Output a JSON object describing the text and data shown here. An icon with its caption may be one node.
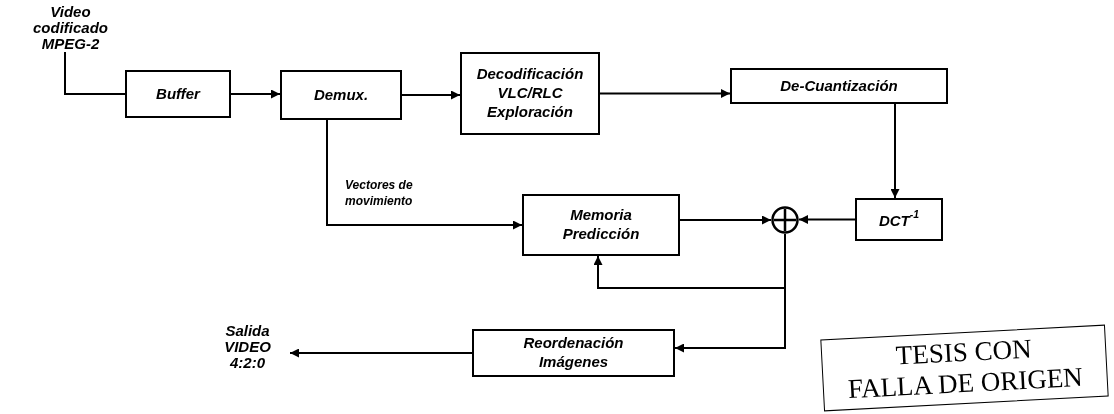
{
  "diagram": {
    "nodes": [
      {
        "text": [
          "Video codificado MPEG-2"
        ]
      },
      {
        "text": [
          "Buffer"
        ]
      },
      {
        "text": [
          "Demux."
        ]
      },
      {
        "text": [
          "Decodificación VLC/RLC Exploración"
        ]
      },
      {
        "text": [
          "De-Cuantización"
        ]
      },
      {
        "text": [
          "DCT$^{-1}$"
        ]
      },
      {
        "text": [],
        "shape": "circle"
      },
      {
        "text": [
          "Memoria Predicción"
        ]
      },
      {
        "text": [
          "Reordenación Imágenes"
        ]
      },
      {
        "text": [
          "Salida VIDEO 4:2:0"
        ]
      },
      {
        "text": [
          "TESIS CON",
          "FALLA DE ORIGEN"
        ]
      }
    ],
    "edges": [
      {
        "from": 0,
        "to": 1,
        "arrow": "none"
      },
      {
        "from": 1,
        "to": 2,
        "arrow": "to"
      },
      {
        "from": 2,
        "to": 3,
        "arrow": "to"
      },
      {
        "from": 3,
        "to": 4,
        "arrow": "to"
      },
      {
        "from": 4,
        "to": 5,
        "arrow": "to"
      },
      {
        "from": 5,
        "to": 6,
        "arrow": "to"
      },
      {
        "from": 7,
        "to": 6,
        "arrow": "to"
      },
      {
        "from": 2,
        "to": 7,
        "arrow": "to",
        "label": "Vectores de movimiento"
      },
      {
        "from": 6,
        "to": 7,
        "arrow": "to"
      },
      {
        "from": 6,
        "to": 8,
        "arrow": "to"
      },
      {
        "from": 8,
        "to": 9,
        "arrow": "to"
      }
    ]
  }
}
